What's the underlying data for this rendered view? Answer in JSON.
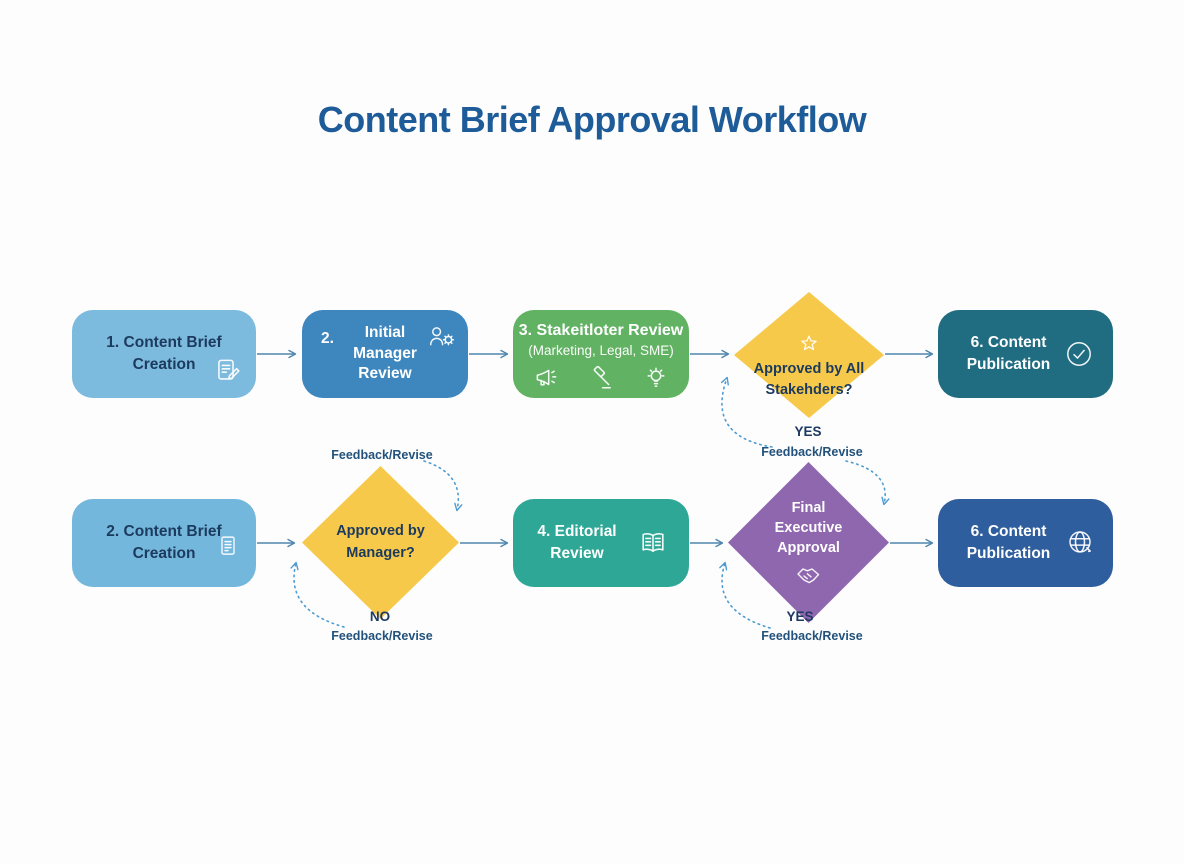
{
  "title": "Content Brief Approval Workflow",
  "colors": {
    "background": "#FDFDFD",
    "title_text": "#1D5B99",
    "solid_arrow": "#4E86AE",
    "feedback_arc": "#4D9BD1",
    "feedback_label_text": "#23527C",
    "yes_no_text": "#1E3A63",
    "dark_node_text": "#1C3A5E"
  },
  "flow": {
    "r1b1": {
      "line1": "1. Content Brief",
      "line2": "Creation",
      "icon": "document-pencil-icon",
      "bg": "#7DBBDE"
    },
    "r1b2": {
      "number": "2.",
      "line1": "Initial",
      "line2": "Manager",
      "line3": "Review",
      "icon": "person-gear-icon",
      "bg": "#3E86BE"
    },
    "r1b3": {
      "line1": "3. Stakeitloter Review",
      "line2": "(Marketing, Legal, SME)",
      "icons": [
        "megaphone-icon",
        "gavel-icon",
        "lightbulb-icon"
      ],
      "bg": "#62B264"
    },
    "d1": {
      "line1": "Approved by All",
      "line2": "Stakehders?",
      "icon": "star-icon",
      "bg": "#F6C94B"
    },
    "r1b5": {
      "line1": "6. Content",
      "line2": "Publication",
      "icon": "check-circle-icon",
      "bg": "#206D81"
    },
    "r2b1": {
      "line1": "2. Content Brief",
      "line2": "Creation",
      "icon": "document-icon",
      "bg": "#74B7DC"
    },
    "d2": {
      "line1": "Approved by",
      "line2": "Manager?",
      "bg": "#F6C94B"
    },
    "r2b3": {
      "line1": "4. Editorial",
      "line2": "Review",
      "icon": "open-book-icon",
      "bg": "#2EA796"
    },
    "d3": {
      "line1": "Final",
      "line2": "Executive",
      "line3": "Approval",
      "icon": "handshake-icon",
      "bg": "#8F67AE"
    },
    "r2b5": {
      "line1": "6. Content",
      "line2": "Publication",
      "icon": "globe-icon",
      "bg": "#2E5E9D"
    }
  },
  "labels": {
    "yes1": "YES",
    "feedback1": "Feedback/Revise",
    "feedback2_top": "Feedback/Revise",
    "no2": "NO",
    "feedback2_bottom": "Feedback/Revise",
    "yes3": "YES",
    "feedback3": "Feedback/Revise"
  }
}
